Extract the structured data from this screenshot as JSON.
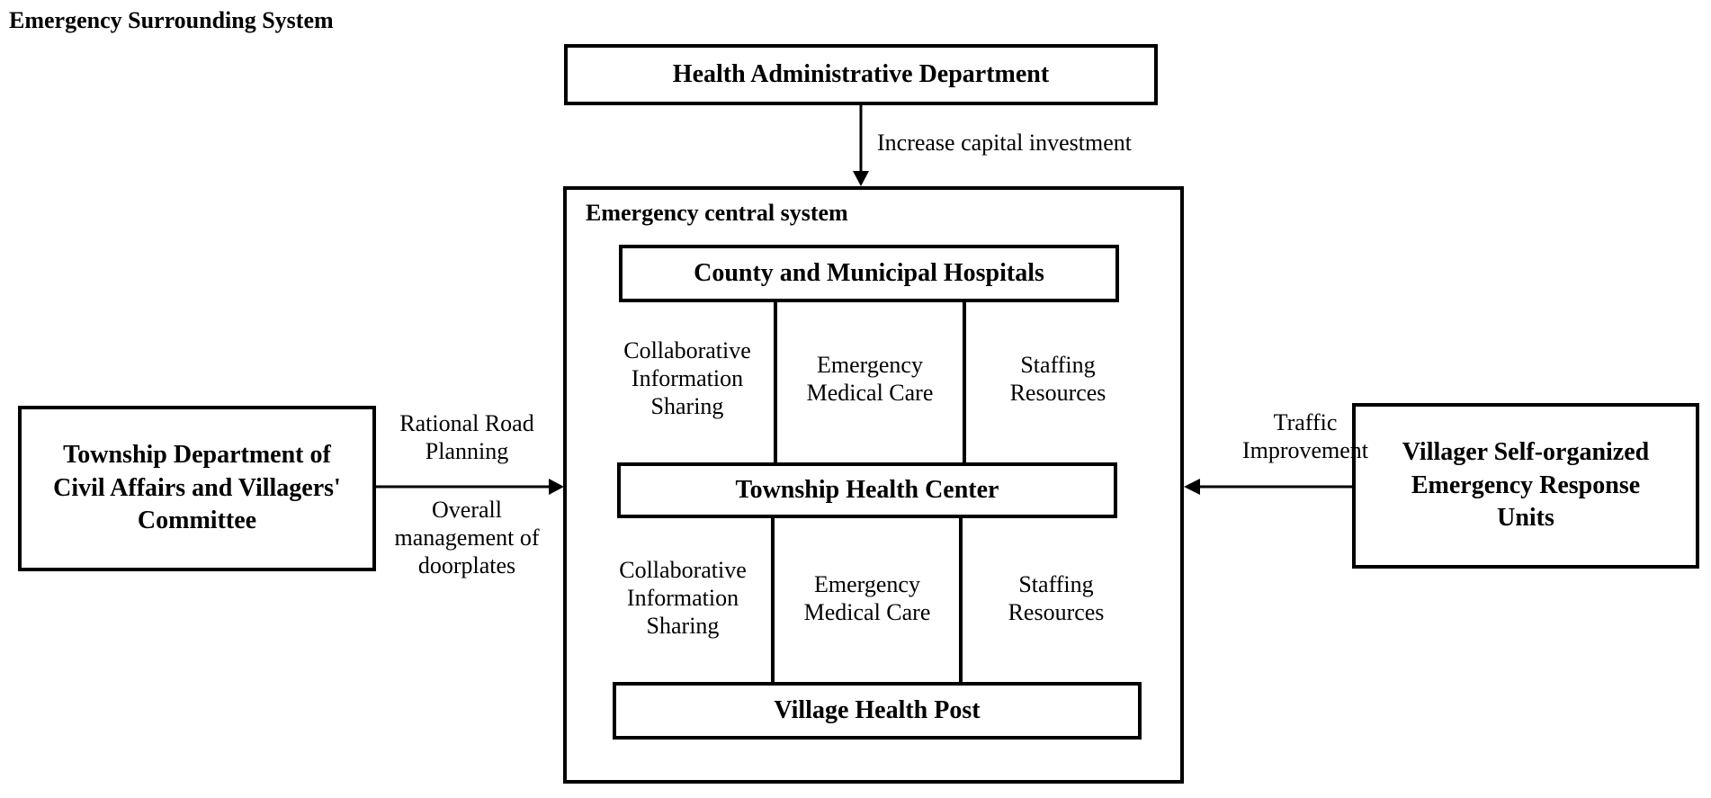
{
  "diagram": {
    "outer_title": "Emergency Surrounding System",
    "top_box": "Health Administrative Department",
    "top_arrow_label": "Increase capital investment",
    "central_title": "Emergency central system",
    "levels": {
      "county": "County and Municipal Hospitals",
      "township": "Township Health Center",
      "village": "Village Health Post"
    },
    "upper_columns": [
      "Collaborative\nInformation\nSharing",
      "Emergency\nMedical Care",
      "Staffing\nResources"
    ],
    "lower_columns": [
      "Collaborative\nInformation\nSharing",
      "Emergency\nMedical Care",
      "Staffing\nResources"
    ],
    "left_box": "Township Department of\nCivil Affairs and Villagers'\nCommittee",
    "left_arrow_label_top": "Rational Road\nPlanning",
    "left_arrow_label_bottom": "Overall\nmanagement of\ndoorplates",
    "right_box": "Villager Self-organized\nEmergency Response\nUnits",
    "right_arrow_label": "Traffic\nImprovement"
  }
}
